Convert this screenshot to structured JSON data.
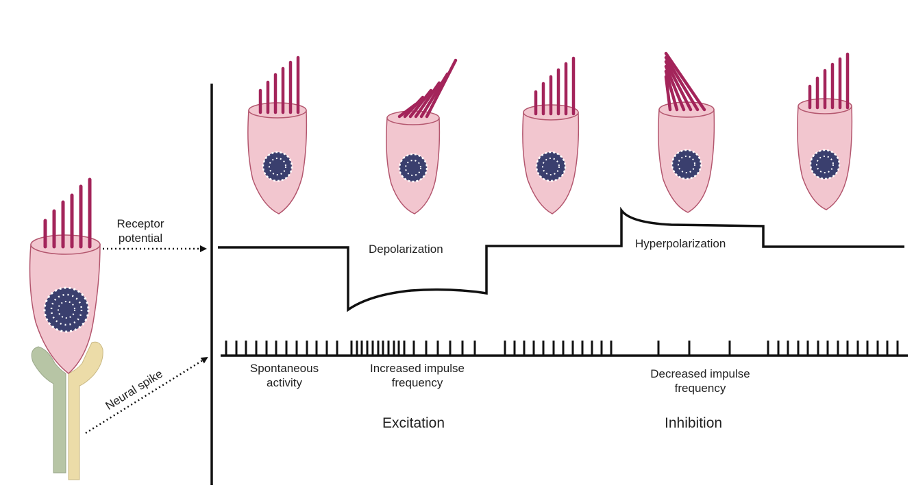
{
  "labels": {
    "receptor_potential_line1": "Receptor",
    "receptor_potential_line2": "potential",
    "neural_spike": "Neural spike",
    "depolarization": "Depolarization",
    "hyperpolarization": "Hyperpolarization",
    "spontaneous_line1": "Spontaneous",
    "spontaneous_line2": "activity",
    "increased_line1": "Increased impulse",
    "increased_line2": "frequency",
    "decreased_line1": "Decreased impulse",
    "decreased_line2": "frequency",
    "excitation": "Excitation",
    "inhibition": "Inhibition"
  },
  "colors": {
    "cell_fill": "#f2c6cf",
    "cell_stroke": "#b3566e",
    "hair": "#a3245a",
    "nucleus": "#3a3f6e",
    "nerve_green": "#b7c5a5",
    "nerve_yellow": "#ecdca8",
    "line": "#111111"
  },
  "hair_bundle_states": [
    "resting",
    "deflected-toward-tallest",
    "resting",
    "deflected-away-from-tallest",
    "resting"
  ]
}
